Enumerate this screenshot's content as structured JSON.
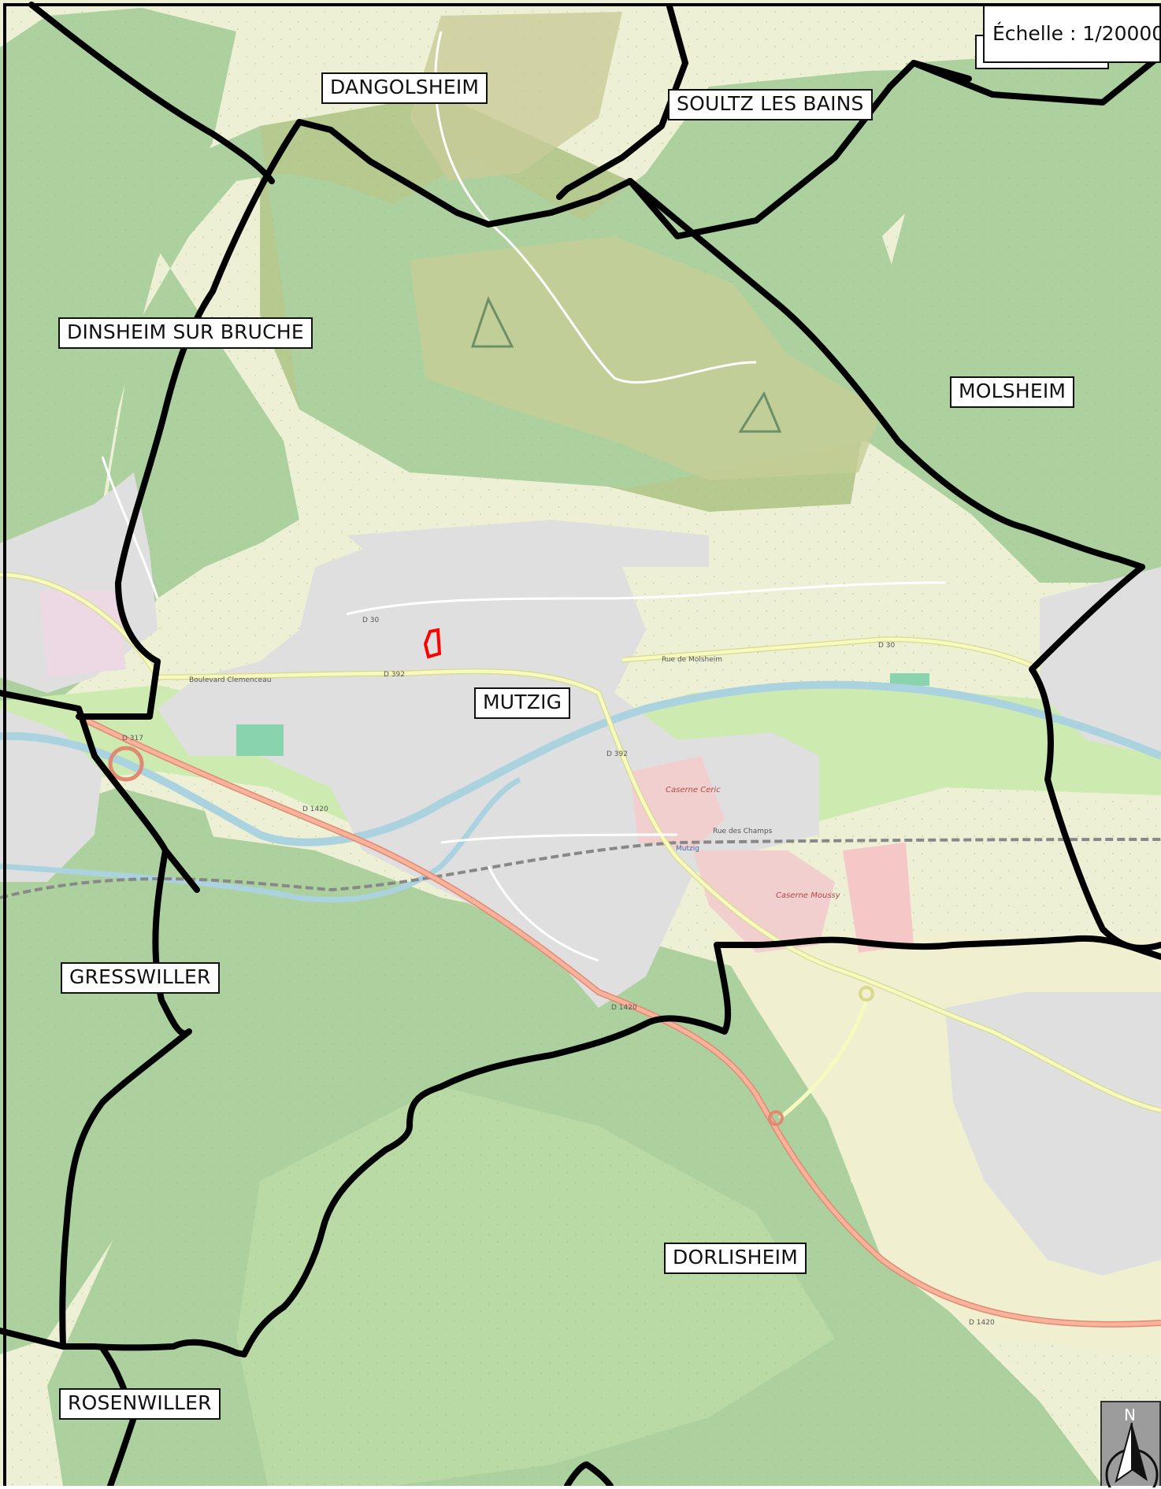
{
  "scale": {
    "label": "Échelle : 1/20000"
  },
  "north_arrow": {
    "letter": "N",
    "icon": "north-arrow-icon"
  },
  "communes": {
    "dangolsheim": "DANGOLSHEIM",
    "soultz": "SOULTZ LES BAINS",
    "dinsheim": "DINSHEIM SUR BRUCHE",
    "molsheim": "MOLSHEIM",
    "mutzig": "MUTZIG",
    "gresswiller": "GRESSWILLER",
    "dorlisheim": "DORLISHEIM",
    "rosenwiller": "ROSENWILLER"
  },
  "roads": {
    "d30_a": "D 30",
    "d30_b": "D 30",
    "d392_a": "D 392",
    "d392_b": "D 392",
    "d1420_a": "D 1420",
    "d1420_b": "D 1420",
    "d1420_c": "D 1420",
    "d317": "D 317",
    "bd_clemenceau": "Boulevard Clemenceau",
    "rue_molsheim": "Rue de Molsheim",
    "rue_champs": "Rue des Champs"
  },
  "places": {
    "caserne_ceric": "Caserne Ceric",
    "caserne_moussy": "Caserne Moussy",
    "station": "Mutzig"
  },
  "colors": {
    "forest": "#add19e",
    "forest_dark": "#9fc98b",
    "military_zone": "#b4b88a",
    "farmland": "#eef0d5",
    "meadow": "#cdebb0",
    "residential": "#e0dfdf",
    "military": "#f2cfcf",
    "river": "#aad3df",
    "main_road": "#f9b29c",
    "secondary_road": "#f7fabf",
    "boundary": "#000000",
    "parcel": "#ff0000"
  }
}
